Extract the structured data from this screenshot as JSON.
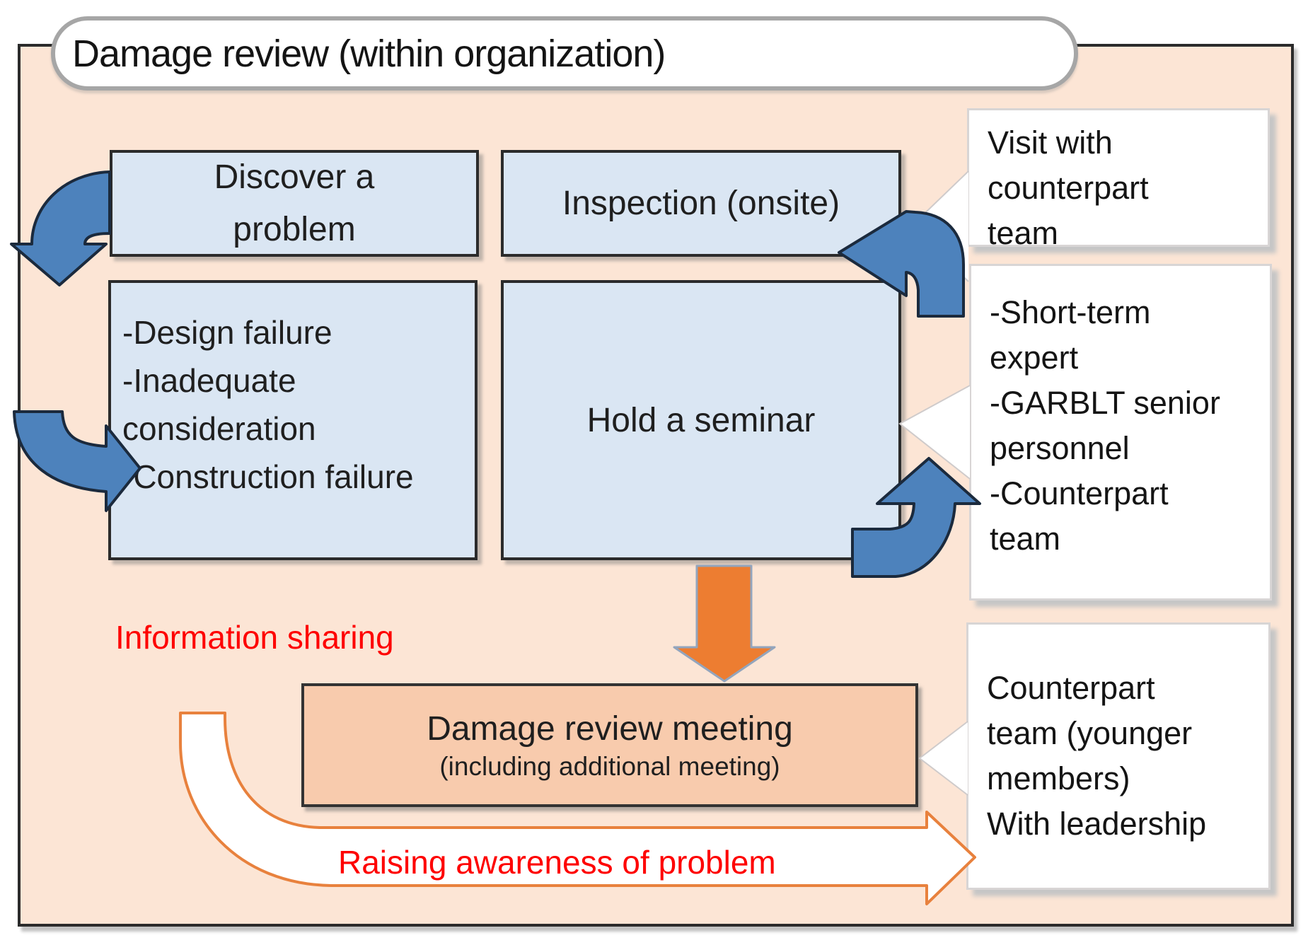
{
  "title": "Damage review (within organization)",
  "flow": {
    "discover": {
      "text": "Discover a problem",
      "lines": [
        "Discover a",
        "problem"
      ]
    },
    "inspection": {
      "label": "Inspection (onsite)"
    },
    "causes": {
      "items": [
        "-Design failure",
        "-Inadequate consideration",
        "-Construction failure"
      ],
      "lines": [
        "-Design failure",
        "-Inadequate",
        "consideration",
        "-Construction failure"
      ]
    },
    "seminar": {
      "label": "Hold a seminar"
    },
    "meeting": {
      "title": "Damage review meeting",
      "subtitle": "(including additional meeting)"
    }
  },
  "callouts": {
    "visit": {
      "text": "Visit with counterpart team",
      "lines": [
        "Visit with",
        "counterpart",
        "team"
      ]
    },
    "participants": {
      "items": [
        "-Short-term expert",
        "-GARBLT senior personnel",
        "-Counterpart team"
      ],
      "lines": [
        "-Short-term",
        "expert",
        "-GARBLT senior",
        "personnel",
        "-Counterpart",
        "team"
      ]
    },
    "attendees": {
      "items": [
        "Counterpart team (younger members)",
        "With leadership"
      ],
      "lines": [
        "Counterpart",
        "team (younger",
        "members)",
        "With leadership"
      ]
    }
  },
  "labels": {
    "information_sharing": "Information sharing",
    "raising_awareness": "Raising awareness of problem"
  },
  "icons": {
    "arrows": [
      "loop-arrow-discover-down",
      "loop-arrow-causes-right",
      "bent-arrow-inspection-left",
      "bent-arrow-seminar-up",
      "down-arrow-meeting",
      "curved-arrow-raising-awareness"
    ],
    "pointers": [
      "callout-pointer-visit",
      "callout-pointer-participants",
      "callout-pointer-attendees"
    ]
  },
  "colors": {
    "background_peach": "#fce5d5",
    "process_box_blue": "#dae6f3",
    "meeting_box_orange": "#f8cbad",
    "arrow_blue": "#4d82bc",
    "arrow_orange": "#ed7d31",
    "label_red": "#fe0000",
    "callout_white": "#ffffff"
  }
}
